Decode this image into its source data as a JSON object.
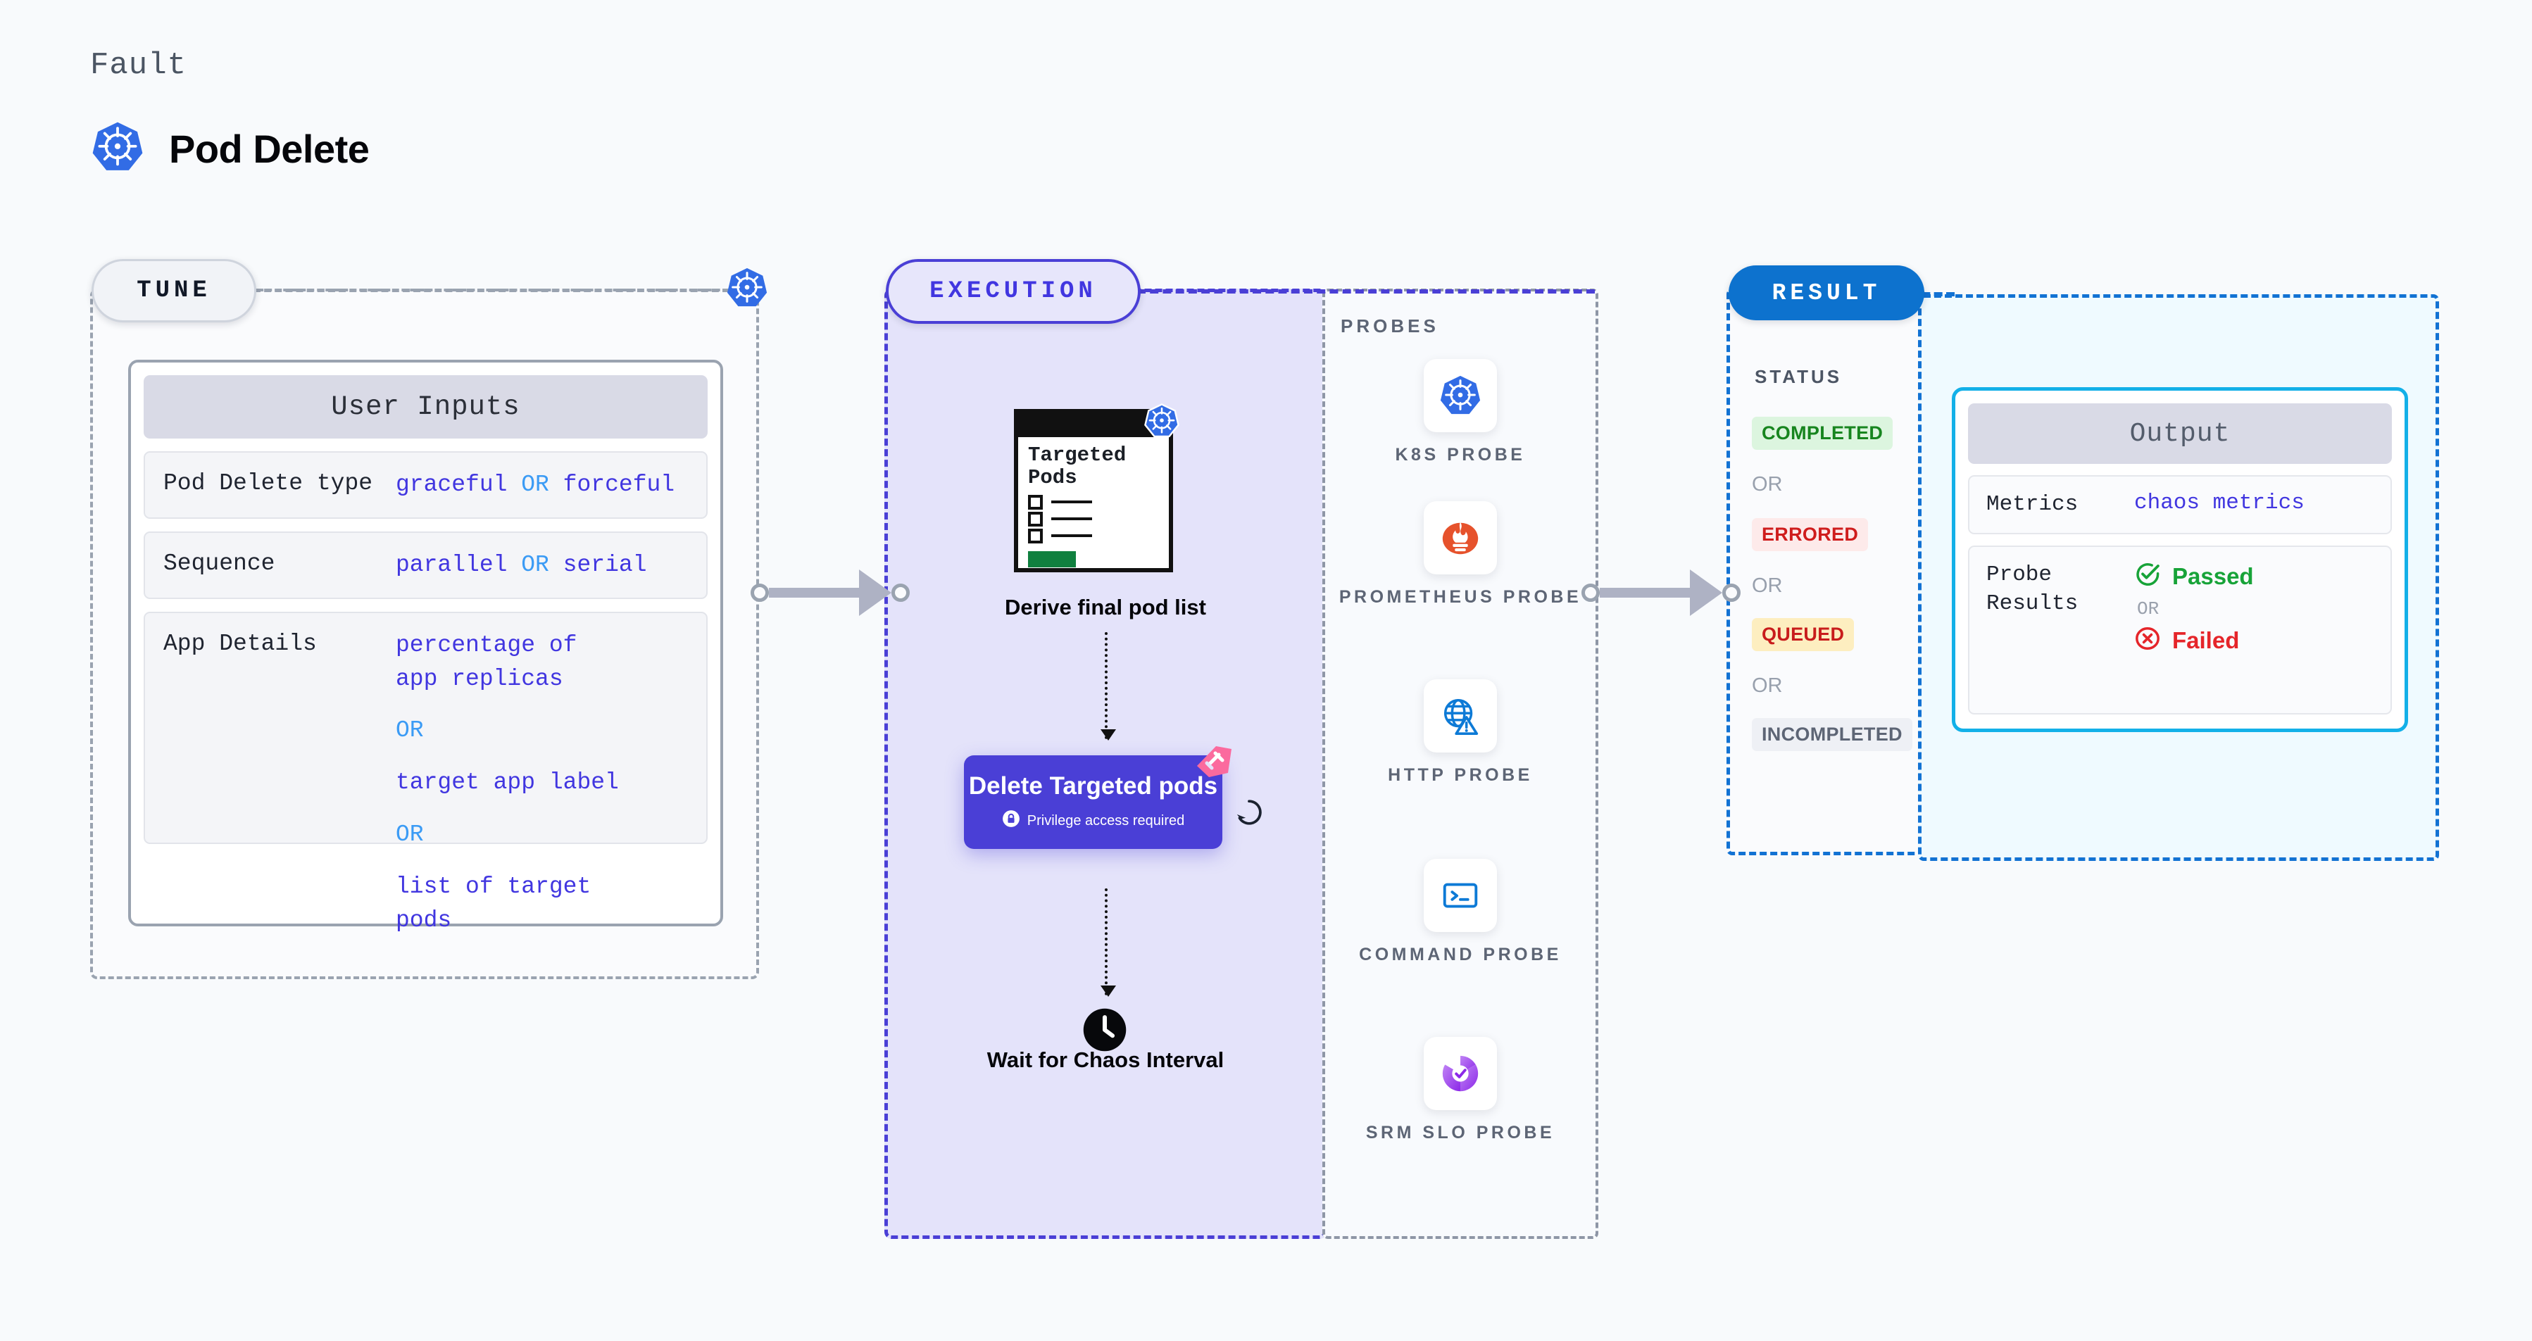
{
  "header": {
    "fault_label": "Fault",
    "fault_title": "Pod Delete",
    "fault_icon": "kubernetes-icon"
  },
  "tune": {
    "pill_label": "TUNE",
    "badge_icon": "kubernetes-icon",
    "card": {
      "title": "User Inputs",
      "rows": [
        {
          "label": "Pod Delete type",
          "value_a": "graceful",
          "or": "OR",
          "value_b": "forceful"
        },
        {
          "label": "Sequence",
          "value_a": "parallel",
          "or": "OR",
          "value_b": "serial"
        }
      ],
      "app_details": {
        "label": "App Details",
        "options": [
          "percentage of app replicas",
          "target app label",
          "list of target pods"
        ],
        "or": "OR"
      }
    }
  },
  "execution": {
    "pill_label": "EXECUTION",
    "pods_card": {
      "title": "Targeted Pods",
      "badge_icon": "kubernetes-icon"
    },
    "derive_label": "Derive final pod list",
    "delete_node": {
      "title": "Delete Targeted pods",
      "subtitle": "Privilege access required",
      "lock_icon": "lock-icon",
      "corner_icon": "harness-icon",
      "loop_icon": "loop-retry-icon"
    },
    "wait_node": {
      "label": "Wait for Chaos Interval",
      "icon": "clock-icon"
    }
  },
  "probes": {
    "title": "PROBES",
    "items": [
      {
        "label": "K8S PROBE",
        "icon": "kubernetes-icon"
      },
      {
        "label": "PROMETHEUS PROBE",
        "icon": "prometheus-icon"
      },
      {
        "label": "HTTP PROBE",
        "icon": "globe-warning-icon"
      },
      {
        "label": "COMMAND PROBE",
        "icon": "terminal-icon"
      },
      {
        "label": "SRM SLO PROBE",
        "icon": "srm-slo-icon"
      }
    ]
  },
  "result": {
    "pill_label": "RESULT",
    "status_title": "STATUS",
    "or": "OR",
    "statuses": [
      {
        "label": "COMPLETED",
        "bg": "#dcf5df",
        "fg": "#17851f"
      },
      {
        "label": "ERRORED",
        "bg": "#fdeaea",
        "fg": "#cf1d1d"
      },
      {
        "label": "QUEUED",
        "bg": "#fdeec0",
        "fg": "#c81c1c"
      },
      {
        "label": "INCOMPLETED",
        "bg": "#eef0f5",
        "fg": "#5d6575"
      }
    ]
  },
  "output": {
    "title": "Output",
    "metrics": {
      "label": "Metrics",
      "value": "chaos metrics"
    },
    "probe_results": {
      "label": "Probe Results",
      "passed": "Passed",
      "failed": "Failed",
      "or": "OR",
      "passed_icon": "check-circle-icon",
      "failed_icon": "x-circle-icon"
    }
  },
  "colors": {
    "brand_purple": "#4a3fd6",
    "brand_blue": "#0d72ce",
    "cyan_border": "#13b0e8",
    "k8s_blue": "#326ce5",
    "prometheus_orange": "#e6522c",
    "harness_pink": "#fb6a9e",
    "pass_green": "#17a338",
    "fail_red": "#e5252a"
  }
}
